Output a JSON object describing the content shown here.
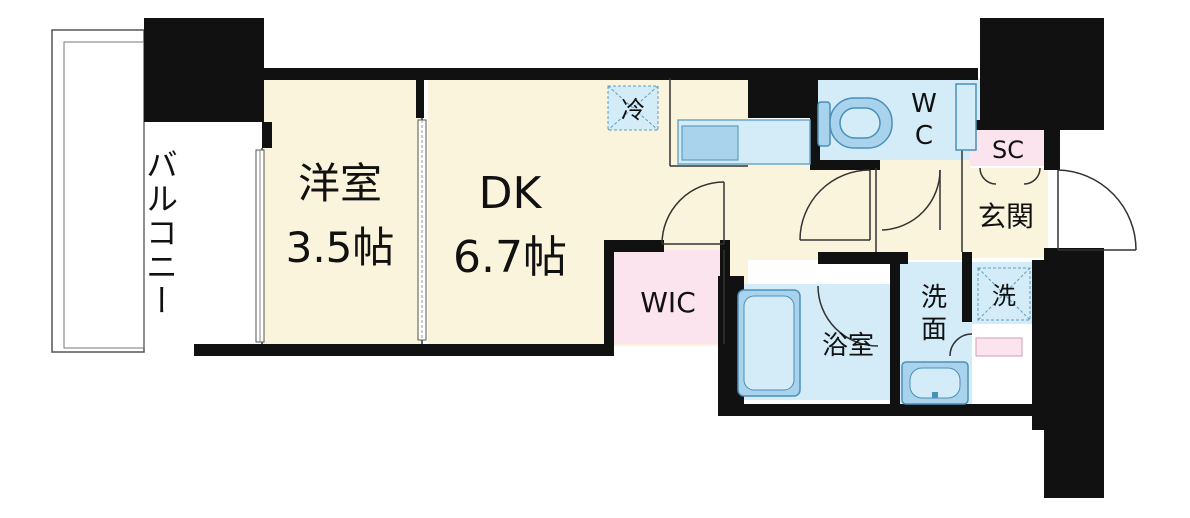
{
  "plan": {
    "balcony": "バルコニー",
    "western_room": {
      "name": "洋室",
      "size": "3.5帖"
    },
    "dining_kitchen": {
      "name": "DK",
      "size": "6.7帖"
    },
    "fridge": "冷",
    "wic": "WIC",
    "wc_line1": "W",
    "wc_line2": "C",
    "shoe_closet": "SC",
    "entrance": "玄関",
    "bathroom": "浴室",
    "washroom_line1": "洗",
    "washroom_line2": "面",
    "washer": "洗"
  },
  "colors": {
    "wall": "#111111",
    "room_beige": "#fbf4dc",
    "wet_blue": "#d3ecf8",
    "closet_pink": "#fbe4ee",
    "fixture_blue": "#a9d3ec"
  }
}
